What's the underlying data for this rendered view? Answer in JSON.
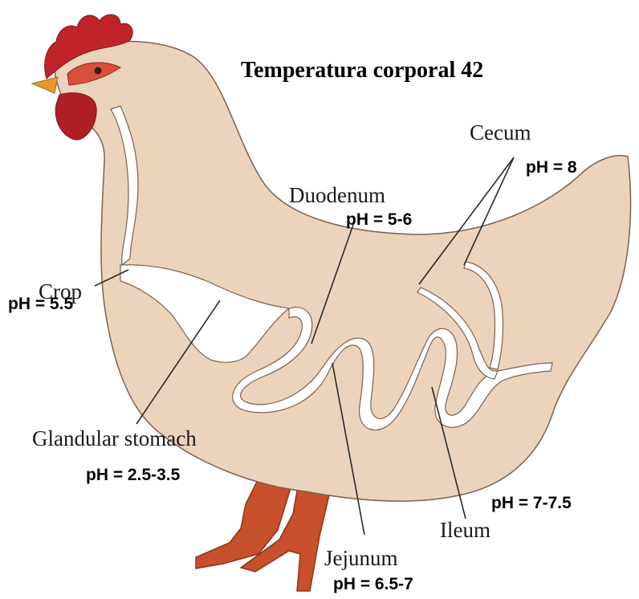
{
  "title": "Temperatura corporal 42",
  "organs": {
    "crop": {
      "name": "Crop",
      "ph": "pH = 5.5"
    },
    "glandular_stomach": {
      "name": "Glandular stomach",
      "ph": "pH = 2.5-3.5"
    },
    "duodenum": {
      "name": "Duodenum",
      "ph": "pH = 5-6"
    },
    "jejunum": {
      "name": "Jejunum",
      "ph": "pH = 6.5-7"
    },
    "ileum": {
      "name": "Ileum",
      "ph": "pH = 7-7.5"
    },
    "cecum": {
      "name": "Cecum",
      "ph": "pH = 8"
    }
  },
  "colors": {
    "body": "#ecd3bc",
    "outline": "#7a6252",
    "comb": "#c0232a",
    "beak": "#e49a2c",
    "legs": "#c8502b",
    "tract": "#ffffff",
    "leader": "#2a2a2a"
  }
}
